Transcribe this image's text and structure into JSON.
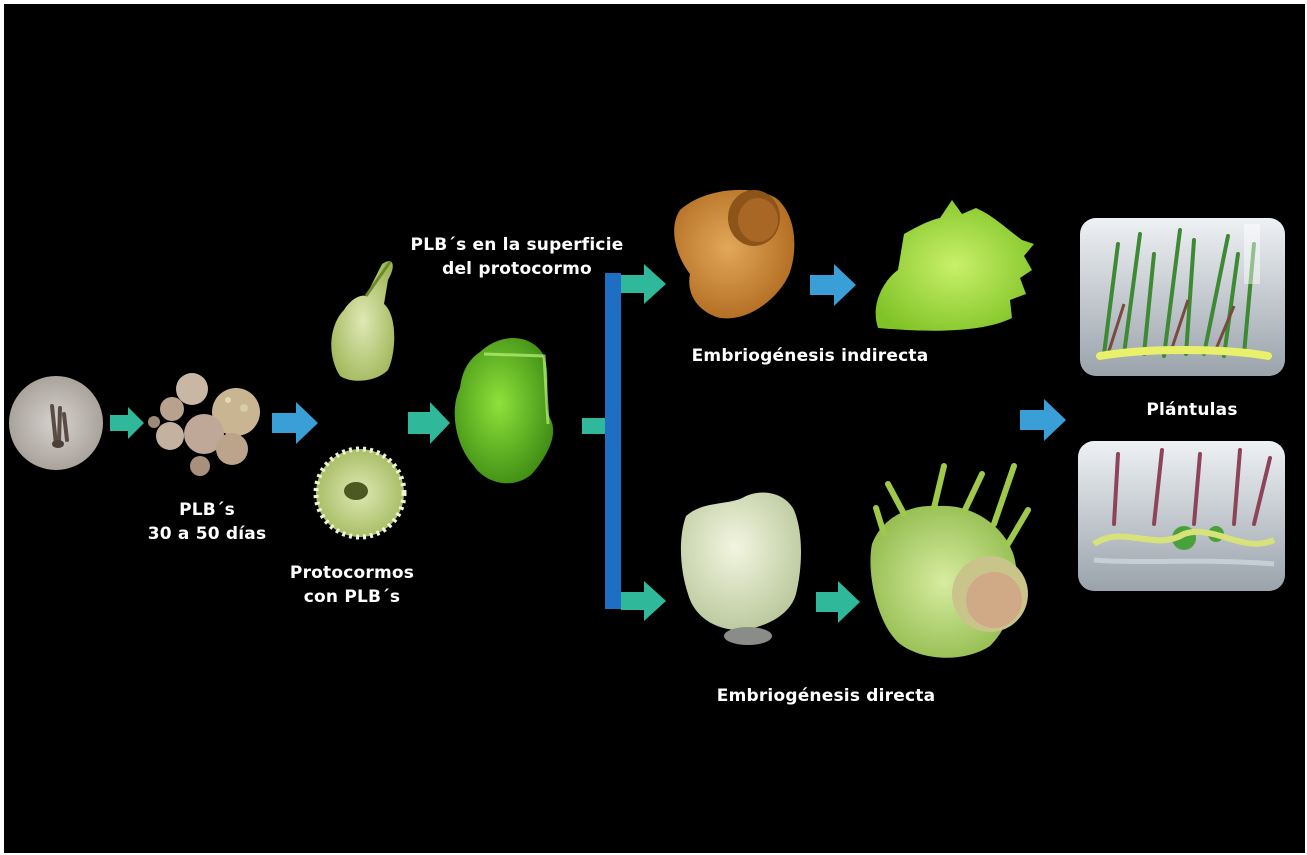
{
  "labels": {
    "plbs_line1": "PLB´s",
    "plbs_line2": "30 a 50 días",
    "protocormos_line1": "Protocormos",
    "protocormos_line2": "con PLB´s",
    "superficie_line1": "PLB´s en la superficie",
    "superficie_line2": "del protocormo",
    "indirecta": "Embriogénesis indirecta",
    "directa": "Embriogénesis directa",
    "plantulas": "Plántulas"
  },
  "colors": {
    "background": "#000000",
    "arrow_teal": "#2fb89a",
    "arrow_blue": "#3a9fd6",
    "branch_bar": "#1e6fc4",
    "label_text": "#ffffff"
  }
}
